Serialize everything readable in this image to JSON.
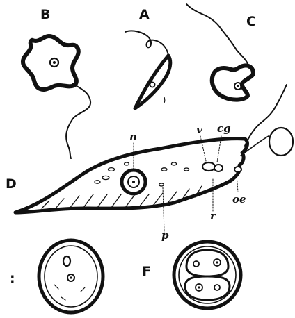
{
  "figure": {
    "ink": "#111111",
    "fill": "#ffffff",
    "panels": {
      "a": "A",
      "b": "B",
      "c": "C",
      "d": "D",
      "e": ":",
      "f": "F"
    },
    "parts": {
      "n": "n",
      "v": "v",
      "cg": "cg",
      "oe": "oe",
      "r": "r",
      "p": "p"
    }
  }
}
